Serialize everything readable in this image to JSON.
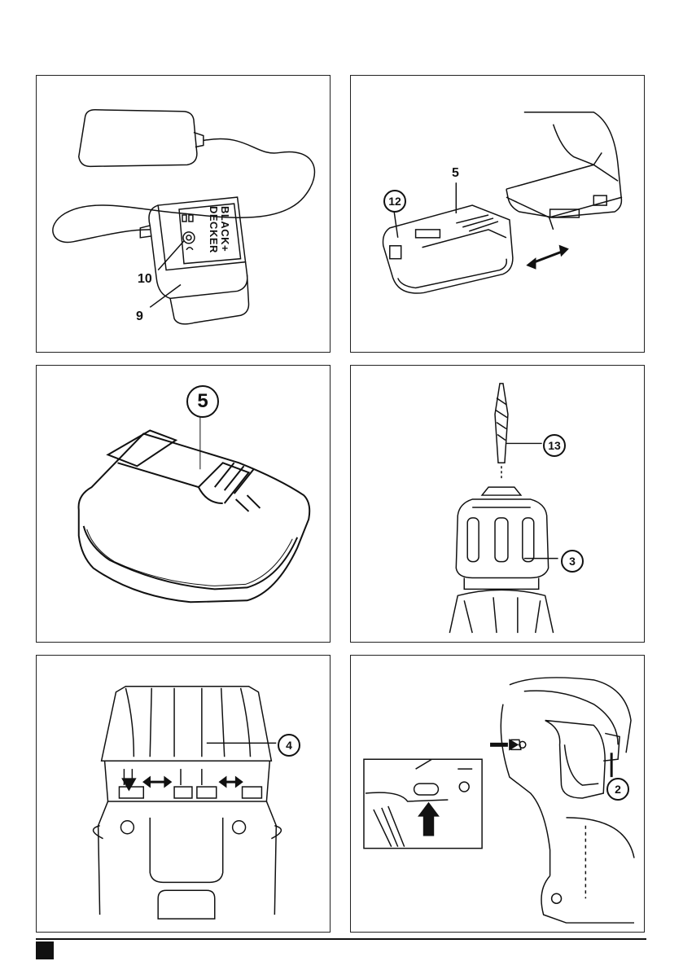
{
  "panels": {
    "charger": {
      "callout_10": "10",
      "callout_9": "9",
      "brand_line1": "BLACK+",
      "brand_line2": "DECKER"
    },
    "battery_insert": {
      "callout_12": "12",
      "callout_5": "5"
    },
    "battery": {
      "callout_5": "5"
    },
    "chuck": {
      "callout_13": "13",
      "callout_3": "3"
    },
    "torque_collar": {
      "callout_4": "4"
    },
    "trigger": {
      "callout_2": "2"
    }
  },
  "colors": {
    "line": "#111111",
    "background": "#ffffff"
  },
  "icons": [
    "charger-icon",
    "battery-pack-icon",
    "drill-bit-icon",
    "chuck-icon",
    "torque-collar-icon",
    "trigger-switch-icon",
    "arrow-icon"
  ]
}
